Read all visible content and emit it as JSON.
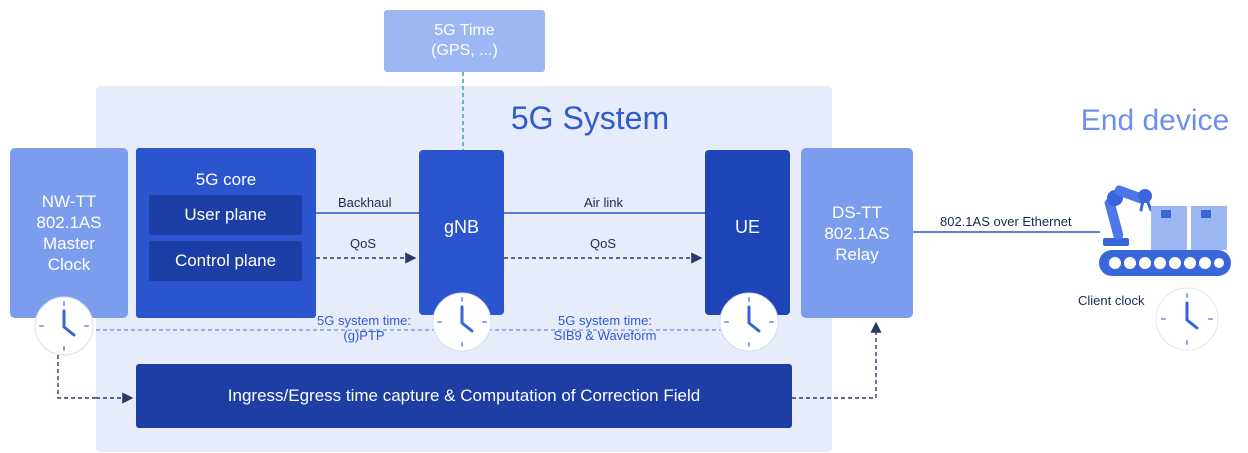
{
  "time_source": {
    "line1": "5G Time",
    "line2": "(GPS, ...)"
  },
  "system": {
    "title": "5G System"
  },
  "end_device": {
    "title": "End device",
    "client_clock": "Client clock"
  },
  "nw_tt": {
    "line1": "NW-TT",
    "line2": "802.1AS",
    "line3": "Master",
    "line4": "Clock"
  },
  "core": {
    "title": "5G core",
    "user_plane": "User plane",
    "control_plane": "Control plane"
  },
  "gnb": {
    "label": "gNB"
  },
  "ue": {
    "label": "UE"
  },
  "ds_tt": {
    "line1": "DS-TT",
    "line2": "802.1AS",
    "line3": "Relay"
  },
  "links": {
    "backhaul": "Backhaul",
    "qos_left": "QoS",
    "air_link": "Air link",
    "qos_right": "QoS",
    "ethernet": "802.1AS over Ethernet"
  },
  "sync": {
    "ptp_line1": "5G system time:",
    "ptp_line2": "(g)PTP",
    "sib_line1": "5G system time:",
    "sib_line2": "SIB9 & Waveform"
  },
  "ingress": {
    "label": "Ingress/Egress time capture & Computation of Correction Field"
  },
  "colors": {
    "system_bg": "#e7ecfb",
    "light_blue": "#7c9ded",
    "mid_blue": "#2b55cf",
    "dark_blue": "#1f3ea5",
    "accent_teal": "#3aa0a8"
  }
}
